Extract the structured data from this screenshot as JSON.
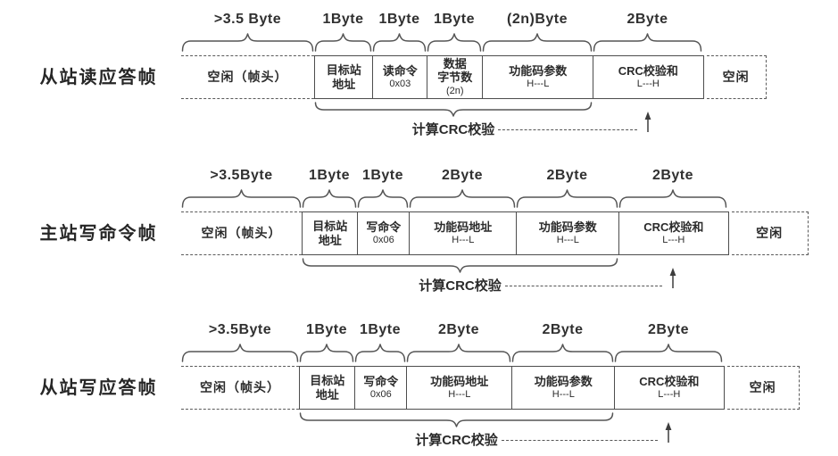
{
  "frames": [
    {
      "title": "从站读应答帧",
      "crc_note": "计算CRC校验",
      "fields": [
        {
          "byte_label": ">3.5 Byte",
          "main": [
            "空闲（帧头）"
          ],
          "sub": ""
        },
        {
          "byte_label": "1Byte",
          "main": [
            "目标站",
            "地址"
          ],
          "sub": ""
        },
        {
          "byte_label": "1Byte",
          "main": [
            "读命令"
          ],
          "sub": "0x03"
        },
        {
          "byte_label": "1Byte",
          "main": [
            "数据",
            "字节数"
          ],
          "sub": "(2n)"
        },
        {
          "byte_label": "(2n)Byte",
          "main": [
            "功能码参数"
          ],
          "sub": "H---L"
        },
        {
          "byte_label": "2Byte",
          "main": [
            "CRC校验和"
          ],
          "sub": "L---H"
        },
        {
          "byte_label": "",
          "main": [
            "空闲"
          ],
          "sub": ""
        }
      ]
    },
    {
      "title": "主站写命令帧",
      "crc_note": "计算CRC校验",
      "fields": [
        {
          "byte_label": ">3.5Byte",
          "main": [
            "空闲（帧头）"
          ],
          "sub": ""
        },
        {
          "byte_label": "1Byte",
          "main": [
            "目标站",
            "地址"
          ],
          "sub": ""
        },
        {
          "byte_label": "1Byte",
          "main": [
            "写命令"
          ],
          "sub": "0x06"
        },
        {
          "byte_label": "2Byte",
          "main": [
            "功能码地址"
          ],
          "sub": "H---L"
        },
        {
          "byte_label": "2Byte",
          "main": [
            "功能码参数"
          ],
          "sub": "H---L"
        },
        {
          "byte_label": "2Byte",
          "main": [
            "CRC校验和"
          ],
          "sub": "L---H"
        },
        {
          "byte_label": "",
          "main": [
            "空闲"
          ],
          "sub": ""
        }
      ]
    },
    {
      "title": "从站写应答帧",
      "crc_note": "计算CRC校验",
      "fields": [
        {
          "byte_label": ">3.5Byte",
          "main": [
            "空闲（帧头）"
          ],
          "sub": ""
        },
        {
          "byte_label": "1Byte",
          "main": [
            "目标站",
            "地址"
          ],
          "sub": ""
        },
        {
          "byte_label": "1Byte",
          "main": [
            "写命令"
          ],
          "sub": "0x06"
        },
        {
          "byte_label": "2Byte",
          "main": [
            "功能码地址"
          ],
          "sub": "H---L"
        },
        {
          "byte_label": "2Byte",
          "main": [
            "功能码参数"
          ],
          "sub": "H---L"
        },
        {
          "byte_label": "2Byte",
          "main": [
            "CRC校验和"
          ],
          "sub": "L---H"
        },
        {
          "byte_label": "",
          "main": [
            "空闲"
          ],
          "sub": ""
        }
      ]
    }
  ],
  "colors": {
    "line": "#555555",
    "solid_border": "#4d4d4d",
    "text": "#2b2b2b",
    "background": "#ffffff"
  }
}
